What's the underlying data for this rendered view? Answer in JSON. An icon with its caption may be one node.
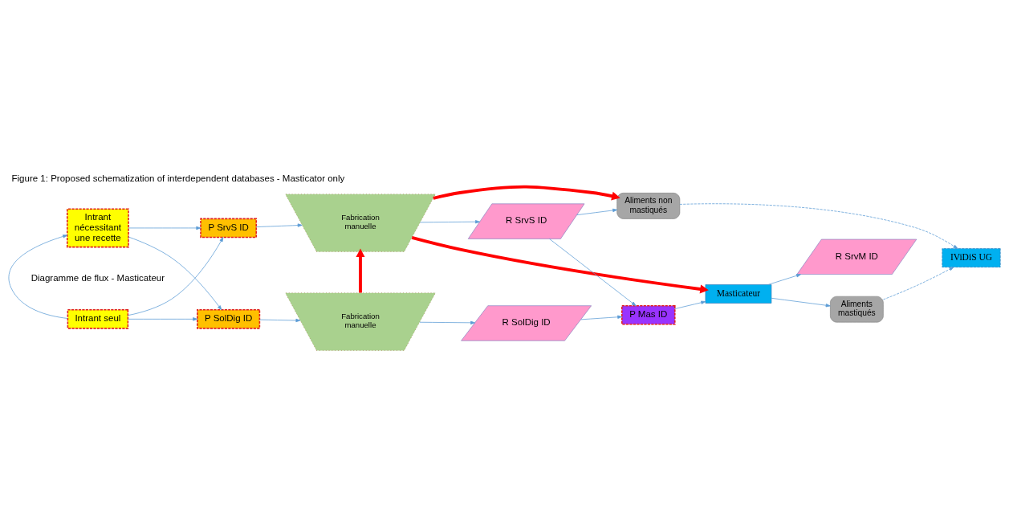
{
  "diagram": {
    "title": "Figure 1: Proposed schematization of interdependent databases - Masticator only",
    "nodes": [
      {
        "text": [
          "Intrant seul"
        ]
      },
      {
        "text": [
          "Intrant nécessitant une recette"
        ]
      },
      {
        "text": [
          "P SolDig ID"
        ]
      },
      {
        "text": [
          "P SrvS ID"
        ]
      },
      {
        "text": [
          "Fabrication manuelle"
        ]
      },
      {
        "text": [
          "Fabrication manuelle"
        ]
      },
      {
        "text": [
          "R SolDig ID"
        ]
      },
      {
        "text": [
          "R SrvS ID"
        ]
      },
      {
        "text": [
          "P Mas ID"
        ]
      },
      {
        "text": [
          "Masticateur"
        ]
      },
      {
        "text": [
          "R SrvM ID"
        ]
      },
      {
        "text": [
          "Aliments mastiqués"
        ]
      },
      {
        "text": [
          "Aliments non mastiqués"
        ]
      },
      {
        "text": [
          "IViDiS UG"
        ]
      }
    ],
    "edges": [
      {
        "from": 0,
        "to": 2,
        "arrow": "to"
      },
      {
        "from": 0,
        "to": 3,
        "arrow": "to"
      },
      {
        "from": 0,
        "to": 1,
        "arrow": "to"
      },
      {
        "from": 1,
        "to": 2,
        "arrow": "to"
      },
      {
        "from": 1,
        "to": 3,
        "arrow": "to"
      },
      {
        "from": 2,
        "to": 4,
        "arrow": "to"
      },
      {
        "from": 3,
        "to": 5,
        "arrow": "to"
      },
      {
        "from": 4,
        "to": 5,
        "arrow": "to",
        "style": "thick",
        "color": "#ff0000"
      },
      {
        "from": 4,
        "to": 6,
        "arrow": "to"
      },
      {
        "from": 5,
        "to": 7,
        "arrow": "to"
      },
      {
        "from": 6,
        "to": 8,
        "arrow": "to"
      },
      {
        "from": 7,
        "to": 8,
        "arrow": "to"
      },
      {
        "from": 8,
        "to": 9,
        "arrow": "to"
      },
      {
        "from": 9,
        "to": 10,
        "arrow": "to"
      },
      {
        "from": 9,
        "to": 11,
        "arrow": "to"
      },
      {
        "from": 5,
        "to": 9,
        "arrow": "to",
        "style": "thick",
        "color": "#ff0000"
      },
      {
        "from": 5,
        "to": 12,
        "arrow": "to",
        "style": "thick",
        "color": "#ff0000"
      },
      {
        "from": 7,
        "to": 12,
        "arrow": "to"
      },
      {
        "from": 12,
        "to": 13,
        "arrow": "to",
        "style": "dashed"
      },
      {
        "from": 11,
        "to": 13,
        "arrow": "to",
        "style": "dashed"
      }
    ],
    "labels": [
      "Diagramme de flux - Masticateur"
    ]
  }
}
